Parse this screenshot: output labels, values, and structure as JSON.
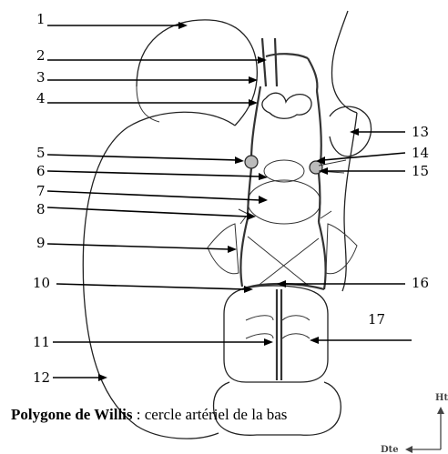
{
  "labels": {
    "n1": "1",
    "n2": "2",
    "n3": "3",
    "n4": "4",
    "n5": "5",
    "n6": "6",
    "n7": "7",
    "n8": "8",
    "n9": "9",
    "n10": "10",
    "n11": "11",
    "n12": "12",
    "n13": "13",
    "n14": "14",
    "n15": "15",
    "n16": "16",
    "n17": "17"
  },
  "caption": {
    "title": "Polygone de Willis",
    "rest": " : cercle artériel de la bas"
  },
  "orientation": {
    "up": "Ht",
    "right": "Dte"
  }
}
